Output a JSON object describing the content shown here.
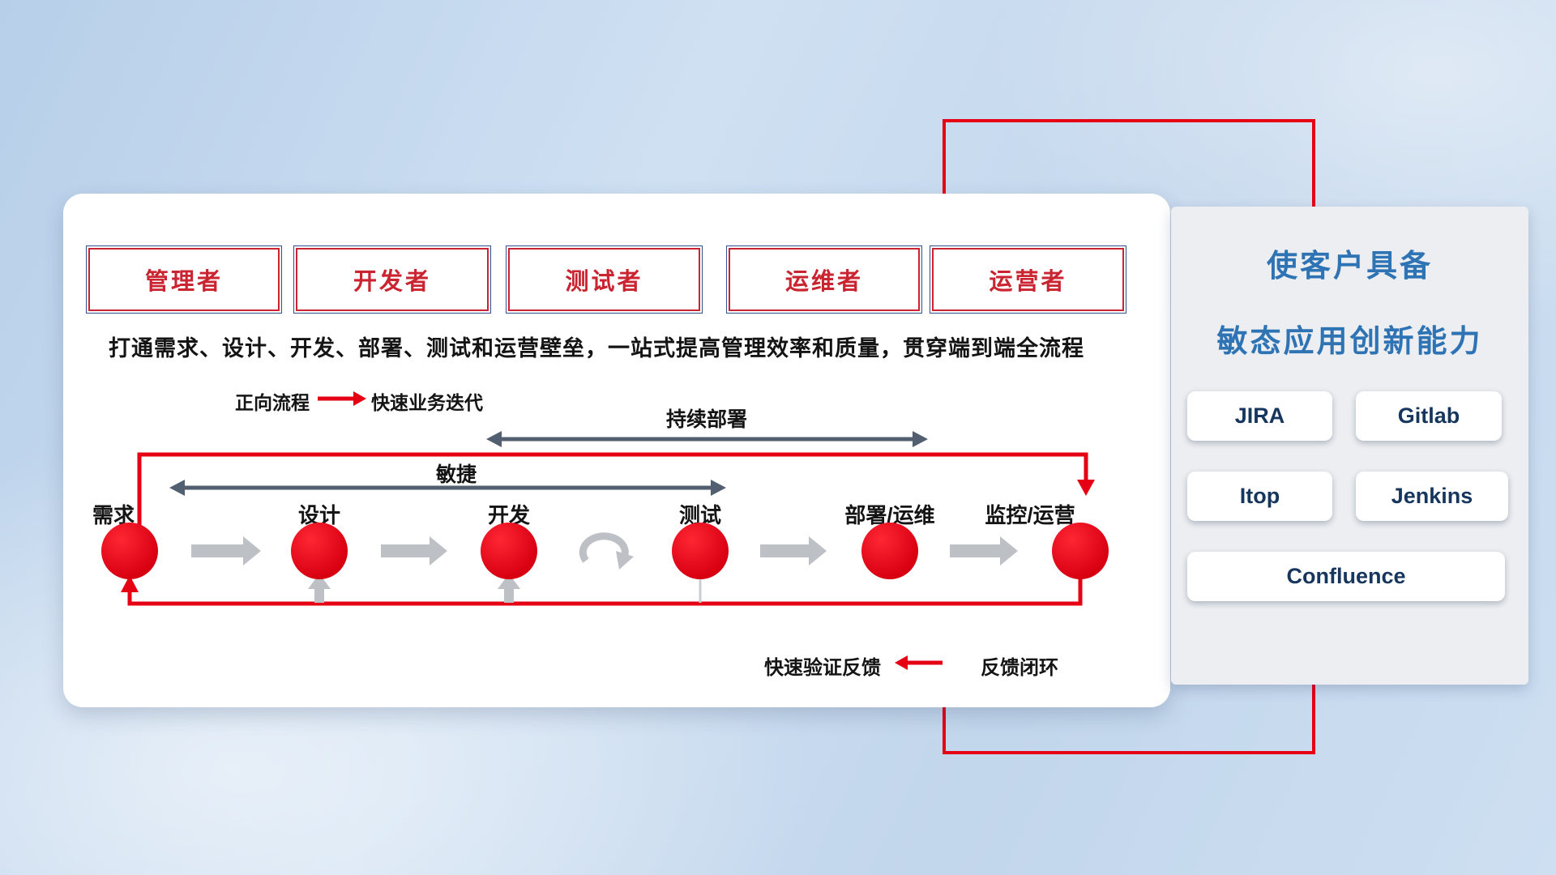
{
  "colors": {
    "red": "#e60013",
    "role_red": "#c9242f",
    "navy": "#33508f",
    "dark_arrow": "#525f70",
    "gray_arrow": "#bdc1c6",
    "title_blue": "#2e74b5",
    "tool_text": "#17365d"
  },
  "roles": [
    "管理者",
    "开发者",
    "测试者",
    "运维者",
    "运营者"
  ],
  "headline": "打通需求、设计、开发、部署、测试和运营壁垒，一站式提高管理效率和质量，贯穿端到端全流程",
  "legend_forward": {
    "label": "正向流程",
    "caption": "快速业务迭代"
  },
  "legend_feedback": {
    "caption": "快速验证反馈",
    "label": "反馈闭环"
  },
  "span_labels": {
    "continuous_deployment": "持续部署",
    "agile": "敏捷"
  },
  "stages": [
    "需求",
    "设计",
    "开发",
    "测试",
    "部署/运维",
    "监控/运营"
  ],
  "right_panel": {
    "title_line1": "使客户具备",
    "title_line2": "敏态应用创新能力",
    "tools": [
      "JIRA",
      "Gitlab",
      "Itop",
      "Jenkins",
      "Confluence"
    ]
  }
}
